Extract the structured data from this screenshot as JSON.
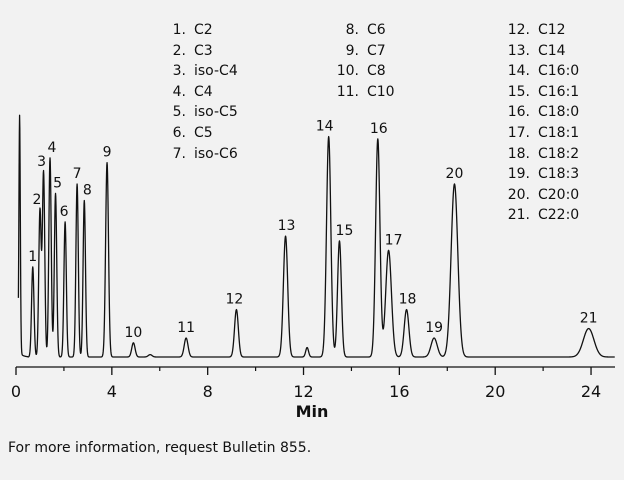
{
  "chart_data": {
    "type": "line",
    "xlabel": "Min",
    "xlim": [
      0,
      25
    ],
    "xticks": [
      0,
      4,
      8,
      12,
      16,
      20,
      24
    ],
    "grid": false,
    "peaks": [
      {
        "label": "1",
        "name": "C2",
        "rt": 0.7,
        "height": 0.38,
        "width": 0.05
      },
      {
        "label": "2",
        "name": "C3",
        "rt": 1.0,
        "height": 0.62,
        "width": 0.05
      },
      {
        "label": "3",
        "name": "iso-C4",
        "rt": 1.15,
        "height": 0.78,
        "width": 0.05
      },
      {
        "label": "4",
        "name": "C4",
        "rt": 1.42,
        "height": 0.84,
        "width": 0.05
      },
      {
        "label": "5",
        "name": "iso-C5",
        "rt": 1.65,
        "height": 0.69,
        "width": 0.05
      },
      {
        "label": "6",
        "name": "C5",
        "rt": 2.05,
        "height": 0.57,
        "width": 0.05
      },
      {
        "label": "7",
        "name": "iso-C6",
        "rt": 2.55,
        "height": 0.73,
        "width": 0.05
      },
      {
        "label": "8",
        "name": "C6",
        "rt": 2.85,
        "height": 0.66,
        "width": 0.05
      },
      {
        "label": "9",
        "name": "C7",
        "rt": 3.8,
        "height": 0.82,
        "width": 0.06
      },
      {
        "label": "10",
        "name": "C8",
        "rt": 4.9,
        "height": 0.06,
        "width": 0.07
      },
      {
        "label": "11",
        "name": "C10",
        "rt": 7.1,
        "height": 0.08,
        "width": 0.08
      },
      {
        "label": "12",
        "name": "C12",
        "rt": 9.2,
        "height": 0.2,
        "width": 0.08
      },
      {
        "label": "13",
        "name": "C14",
        "rt": 11.25,
        "height": 0.51,
        "width": 0.09
      },
      {
        "label": "14",
        "name": "C16:0",
        "rt": 13.05,
        "height": 0.93,
        "width": 0.09
      },
      {
        "label": "15",
        "name": "C16:1",
        "rt": 13.5,
        "height": 0.49,
        "width": 0.08
      },
      {
        "label": "16",
        "name": "C18:0",
        "rt": 15.1,
        "height": 0.92,
        "width": 0.09
      },
      {
        "label": "17",
        "name": "C18:1",
        "rt": 15.55,
        "height": 0.45,
        "width": 0.12
      },
      {
        "label": "18",
        "name": "C18:2",
        "rt": 16.3,
        "height": 0.2,
        "width": 0.1
      },
      {
        "label": "19",
        "name": "C18:3",
        "rt": 17.45,
        "height": 0.08,
        "width": 0.13
      },
      {
        "label": "20",
        "name": "C20:0",
        "rt": 18.3,
        "height": 0.73,
        "width": 0.14
      },
      {
        "label": "21",
        "name": "C22:0",
        "rt": 23.9,
        "height": 0.12,
        "width": 0.22
      }
    ],
    "baseline_bumps": [
      {
        "rt": 0.15,
        "height": 1.0,
        "width": 0.03
      },
      {
        "rt": 5.6,
        "height": 0.01,
        "width": 0.08
      },
      {
        "rt": 12.15,
        "height": 0.04,
        "width": 0.06
      }
    ]
  },
  "footnote": "For more information, request Bulletin 855."
}
